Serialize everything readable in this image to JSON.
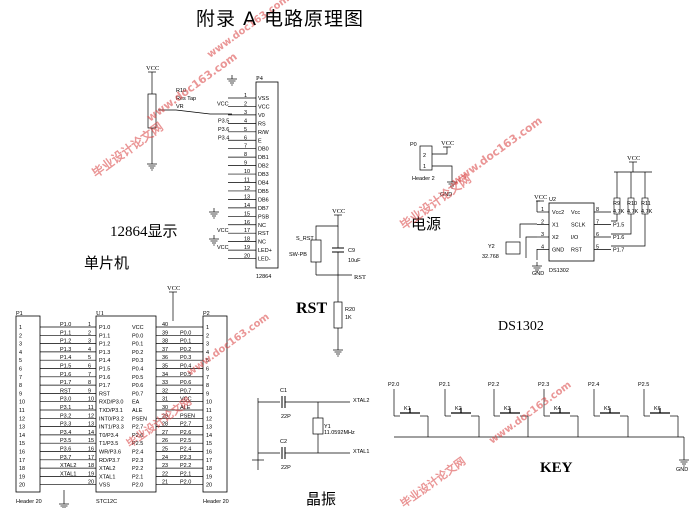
{
  "title": "附录 A  电路原理图",
  "sections": {
    "lcd": "12864显示",
    "mcu": "单片机",
    "rst": "RST",
    "power": "电源",
    "rtc": "DS1302",
    "osc": "晶振",
    "key": "KEY"
  },
  "watermark": {
    "text": "毕业设计论文网",
    "url": "www.doc163.com"
  },
  "nets": {
    "vcc": "VCC",
    "gnd": "GND",
    "rst": "RST",
    "xtal1": "XTAL1",
    "xtal2": "XTAL2"
  },
  "lcd": {
    "ref": "P4",
    "footprint": "12864",
    "pot_ref": "R10",
    "pot_value": "Res Tap",
    "pins": [
      {
        "n": "1",
        "name": "VSS",
        "net": ""
      },
      {
        "n": "2",
        "name": "VCC",
        "net": "VCC"
      },
      {
        "n": "3",
        "name": "V0",
        "net": ""
      },
      {
        "n": "4",
        "name": "RS",
        "net": "P3.5"
      },
      {
        "n": "5",
        "name": "R/W",
        "net": "P3.6"
      },
      {
        "n": "6",
        "name": "E",
        "net": "P3.4"
      },
      {
        "n": "7",
        "name": "DB0",
        "net": ""
      },
      {
        "n": "8",
        "name": "DB1",
        "net": ""
      },
      {
        "n": "9",
        "name": "DB2",
        "net": ""
      },
      {
        "n": "10",
        "name": "DB3",
        "net": ""
      },
      {
        "n": "11",
        "name": "DB4",
        "net": ""
      },
      {
        "n": "12",
        "name": "DB5",
        "net": ""
      },
      {
        "n": "13",
        "name": "DB6",
        "net": ""
      },
      {
        "n": "14",
        "name": "DB7",
        "net": ""
      },
      {
        "n": "15",
        "name": "PSB",
        "net": ""
      },
      {
        "n": "16",
        "name": "NC",
        "net": ""
      },
      {
        "n": "17",
        "name": "RST",
        "net": "VCC"
      },
      {
        "n": "18",
        "name": "NC",
        "net": ""
      },
      {
        "n": "19",
        "name": "LED+",
        "net": "VCC"
      },
      {
        "n": "20",
        "name": "LED-",
        "net": ""
      }
    ]
  },
  "reset": {
    "sw_ref": "S_RST",
    "sw_type": "SW-PB",
    "cap_ref": "C9",
    "cap_value": "10uF",
    "res_ref": "R20",
    "res_value": "1K"
  },
  "power": {
    "ref": "P0",
    "footprint": "Header 2",
    "pins": [
      "2",
      "1"
    ]
  },
  "rtc": {
    "ref": "U2",
    "part": "DS1302",
    "left": [
      {
        "n": "1",
        "name": "Vcc2"
      },
      {
        "n": "2",
        "name": "X1"
      },
      {
        "n": "3",
        "name": "X2"
      },
      {
        "n": "4",
        "name": "GND"
      }
    ],
    "right": [
      {
        "n": "8",
        "name": "Vcc"
      },
      {
        "n": "7",
        "name": "SCLK"
      },
      {
        "n": "6",
        "name": "I/O"
      },
      {
        "n": "5",
        "name": "RST"
      }
    ],
    "right_nets": [
      "",
      "P1.5",
      "P1.6",
      "P1.7"
    ],
    "crystal_ref": "Y2",
    "crystal_value": "32.768",
    "pullups": [
      {
        "ref": "R9",
        "value": "4.7K"
      },
      {
        "ref": "R10",
        "value": "4.7K"
      },
      {
        "ref": "R11",
        "value": "4.7K"
      }
    ]
  },
  "mcu": {
    "ref": "U1",
    "part": "STC12C",
    "left": [
      "P1.0",
      "P1.1",
      "P1.2",
      "P1.3",
      "P1.4",
      "P1.5",
      "P1.6",
      "P1.7",
      "RST",
      "RXD/P3.0",
      "TXD/P3.1",
      "INT0/P3.2",
      "INT1/P3.3",
      "T0/P3.4",
      "T1/P3.5",
      "WR/P3.6",
      "RD/P3.7",
      "XTAL2",
      "XTAL1",
      "VSS"
    ],
    "right": [
      "VCC",
      "P0.0",
      "P0.1",
      "P0.2",
      "P0.3",
      "P0.4",
      "P0.5",
      "P0.6",
      "P0.7",
      "EA",
      "ALE",
      "PSEN",
      "P2.7",
      "P2.6",
      "P2.5",
      "P2.4",
      "P2.3",
      "P2.2",
      "P2.1",
      "P2.0"
    ],
    "right_nums": [
      "40",
      "39",
      "38",
      "37",
      "36",
      "35",
      "34",
      "33",
      "32",
      "31",
      "30",
      "29",
      "28",
      "27",
      "26",
      "25",
      "24",
      "23",
      "22",
      "21"
    ]
  },
  "p1": {
    "ref": "P1",
    "footprint": "Header 20",
    "nets": [
      "P1.0",
      "P1.1",
      "P1.2",
      "P1.3",
      "P1.4",
      "P1.5",
      "P1.6",
      "P1.7",
      "RST",
      "P3.0",
      "P3.1",
      "P3.2",
      "P3.3",
      "P3.4",
      "P3.5",
      "P3.6",
      "P3.7",
      "XTAL2",
      "XTAL1",
      ""
    ]
  },
  "p2": {
    "ref": "P2",
    "footprint": "Header 20",
    "nets": [
      "",
      "P0.0",
      "P0.1",
      "P0.2",
      "P0.3",
      "P0.4",
      "P0.5",
      "P0.6",
      "P0.7",
      "VCC",
      "ALE",
      "PSEN",
      "P2.7",
      "P2.6",
      "P2.5",
      "P2.4",
      "P2.3",
      "P2.2",
      "P2.1",
      "P2.0"
    ]
  },
  "osc": {
    "c1": "C1",
    "c1v": "22P",
    "c2": "C2",
    "c2v": "22P",
    "y1": "Y1",
    "y1v": "11.0592MHz"
  },
  "keys": {
    "nets": [
      "P2.0",
      "P2.1",
      "P2.2",
      "P2.3",
      "P2.4",
      "P2.5"
    ],
    "refs": [
      "K1",
      "K2",
      "K3",
      "K4",
      "K5",
      "K6"
    ]
  }
}
